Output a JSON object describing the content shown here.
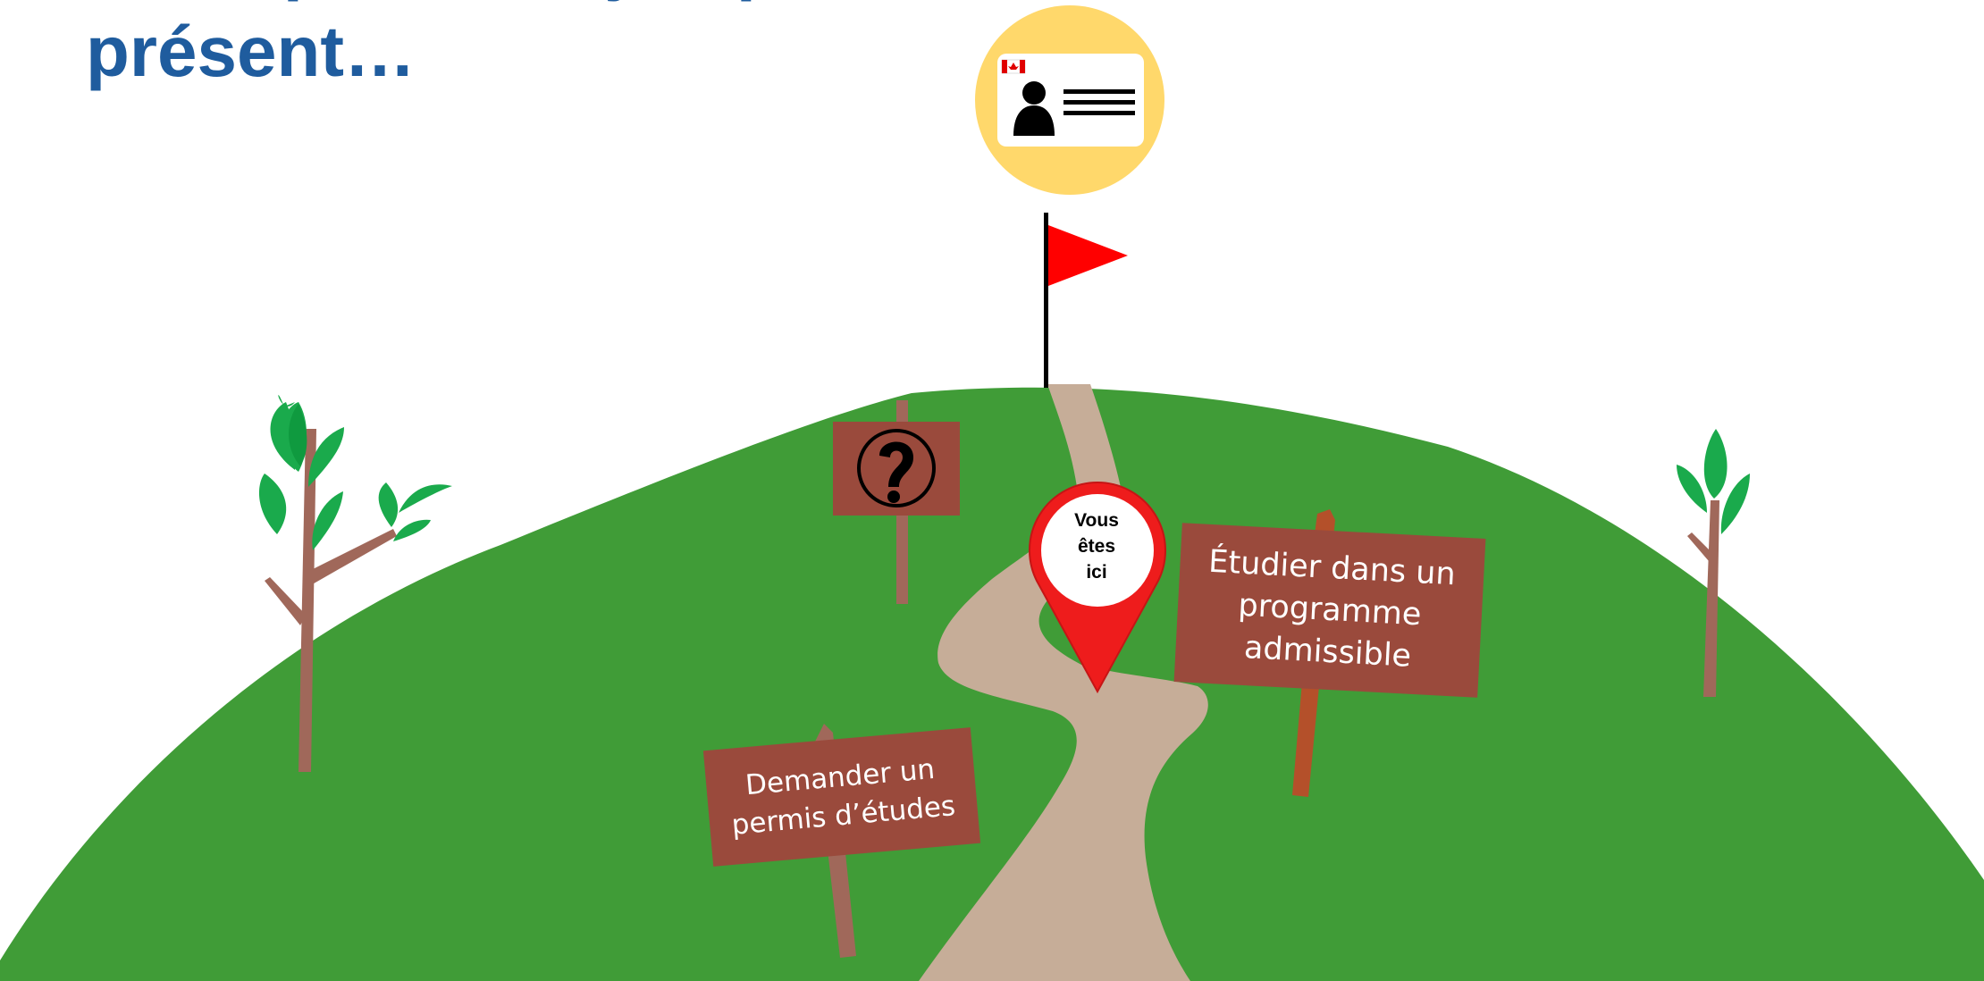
{
  "page": {
    "title_lines": [
      "Votre parcours jusqu’à",
      "présent…"
    ]
  },
  "signs": {
    "study_program": [
      "Étudier dans un",
      "programme",
      "admissible"
    ],
    "study_permit": [
      "Demander un",
      "permis d’études"
    ],
    "unknown": {
      "icon": "question-mark-icon"
    }
  },
  "marker": {
    "lines": [
      "Vous",
      "êtes",
      "ici"
    ],
    "icon": "location-pin-icon"
  },
  "goal": {
    "icon": "canadian-id-card-icon",
    "flag_icon": "red-flag-icon"
  },
  "colors": {
    "title": "#1F5C9E",
    "hill": "#409C37",
    "path": "#C6AD98",
    "sign": "#9A4A3C",
    "pin": "#EE1C1C",
    "goal_circle": "#FFD86B",
    "leaf": "#1AAA4C",
    "trunk": "#A0685A"
  }
}
